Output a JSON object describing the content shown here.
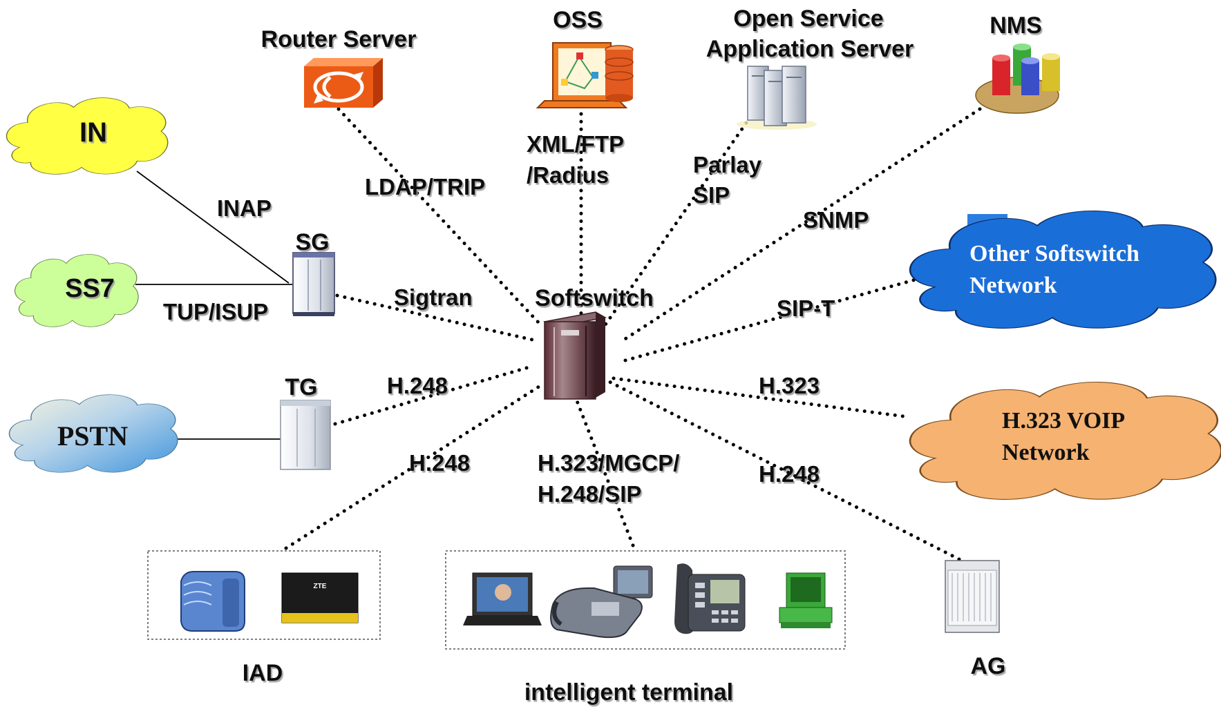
{
  "center": {
    "label": "Softswitch",
    "icon": "softswitch-server-icon"
  },
  "top_nodes": {
    "router_server": {
      "label": "Router Server",
      "icon": "router-server-icon"
    },
    "oss": {
      "label": "OSS",
      "icon": "oss-computer-icon"
    },
    "osa": {
      "label_line1": "Open Service",
      "label_line2": "Application Server",
      "icon": "server-rack-icon"
    },
    "nms": {
      "label": "NMS",
      "icon": "database-stack-icon"
    }
  },
  "clouds": {
    "in": {
      "label": "IN",
      "color": "#ffff44"
    },
    "ss7": {
      "label": "SS7",
      "color": "#ccff99"
    },
    "pstn": {
      "label": "PSTN",
      "color": "#5aaee8"
    },
    "other_softswitch": {
      "line1": "Other Softswitch",
      "line2": "Network",
      "color": "#1a6ed8"
    },
    "h323_voip": {
      "line1": "H.323 VOIP",
      "line2": "Network",
      "color": "#f5b271"
    }
  },
  "gateways": {
    "sg": {
      "label": "SG",
      "icon": "cabinet-icon"
    },
    "tg": {
      "label": "TG",
      "icon": "cabinet-icon"
    },
    "ag": {
      "label": "AG",
      "icon": "chassis-icon"
    }
  },
  "protocols": {
    "inap": "INAP",
    "tup_isup": "TUP/ISUP",
    "sigtran": "Sigtran",
    "ldap_trip": "LDAP/TRIP",
    "xml_ftp_1": "XML/FTP",
    "xml_ftp_2": "/Radius",
    "parlay_1": "Parlay",
    "parlay_2": "SIP",
    "snmp": "SNMP",
    "sip_t": "SIP-T",
    "h248_tg": "H.248",
    "h323_voip": "H.323",
    "h248_iad": "H.248",
    "h323_terminal_1": "H.323/MGCP/",
    "h323_terminal_2": "H.248/SIP",
    "h248_ag": "H.248"
  },
  "groups": {
    "iad": {
      "label": "IAD",
      "icons": [
        "modem-icon",
        "zte-box-icon"
      ],
      "device_brand": "ZTE"
    },
    "intelligent_terminal": {
      "label": "intelligent terminal",
      "icons": [
        "laptop-icon",
        "video-phone-icon",
        "ip-phone-icon",
        "pc-icon"
      ]
    }
  }
}
